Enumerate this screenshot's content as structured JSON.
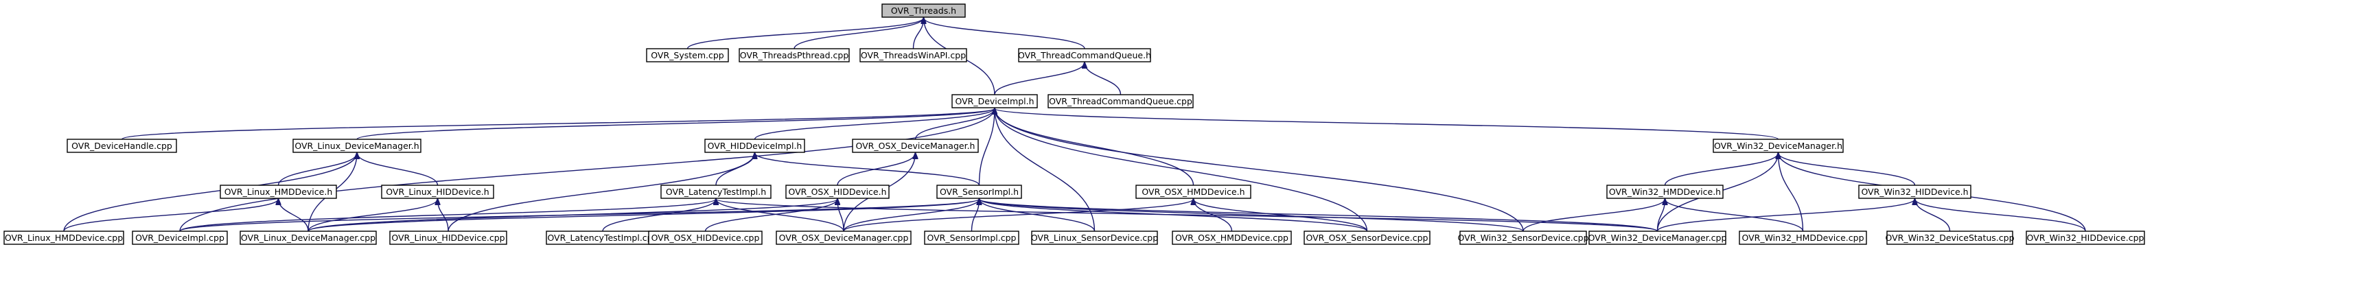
{
  "diagram": {
    "nodes": [
      {
        "id": "threads_h",
        "label": "OVR_Threads.h",
        "root": true
      },
      {
        "id": "system_cpp",
        "label": "OVR_System.cpp"
      },
      {
        "id": "threadspthread_cpp",
        "label": "OVR_ThreadsPthread.cpp"
      },
      {
        "id": "threadswinapi_cpp",
        "label": "OVR_ThreadsWinAPI.cpp"
      },
      {
        "id": "threadcommandqueue_h",
        "label": "OVR_ThreadCommandQueue.h"
      },
      {
        "id": "deviceimpl_h",
        "label": "OVR_DeviceImpl.h"
      },
      {
        "id": "threadcommandqueue_cpp",
        "label": "OVR_ThreadCommandQueue.cpp"
      },
      {
        "id": "devicehandle_cpp",
        "label": "OVR_DeviceHandle.cpp"
      },
      {
        "id": "linux_devicemanager_h",
        "label": "OVR_Linux_DeviceManager.h"
      },
      {
        "id": "hiddeviceimpl_h",
        "label": "OVR_HIDDeviceImpl.h"
      },
      {
        "id": "osx_devicemanager_h",
        "label": "OVR_OSX_DeviceManager.h"
      },
      {
        "id": "win32_devicemanager_h",
        "label": "OVR_Win32_DeviceManager.h"
      },
      {
        "id": "linux_hmddevice_h",
        "label": "OVR_Linux_HMDDevice.h"
      },
      {
        "id": "linux_hiddevice_h",
        "label": "OVR_Linux_HIDDevice.h"
      },
      {
        "id": "latencytestimpl_h",
        "label": "OVR_LatencyTestImpl.h"
      },
      {
        "id": "osx_hiddevice_h",
        "label": "OVR_OSX_HIDDevice.h"
      },
      {
        "id": "sensorimpl_h",
        "label": "OVR_SensorImpl.h"
      },
      {
        "id": "osx_hmddevice_h",
        "label": "OVR_OSX_HMDDevice.h"
      },
      {
        "id": "win32_hmddevice_h",
        "label": "OVR_Win32_HMDDevice.h"
      },
      {
        "id": "win32_hiddevice_h",
        "label": "OVR_Win32_HIDDevice.h"
      },
      {
        "id": "linux_hmddevice_cpp",
        "label": "OVR_Linux_HMDDevice.cpp"
      },
      {
        "id": "deviceimpl_cpp",
        "label": "OVR_DeviceImpl.cpp"
      },
      {
        "id": "linux_devicemanager_cpp",
        "label": "OVR_Linux_DeviceManager.cpp"
      },
      {
        "id": "linux_hiddevice_cpp",
        "label": "OVR_Linux_HIDDevice.cpp"
      },
      {
        "id": "latencytestimpl_cpp",
        "label": "OVR_LatencyTestImpl.cpp"
      },
      {
        "id": "osx_hiddevice_cpp",
        "label": "OVR_OSX_HIDDevice.cpp"
      },
      {
        "id": "osx_devicemanager_cpp",
        "label": "OVR_OSX_DeviceManager.cpp"
      },
      {
        "id": "sensorimpl_cpp",
        "label": "OVR_SensorImpl.cpp"
      },
      {
        "id": "linux_sensordevice_cpp",
        "label": "OVR_Linux_SensorDevice.cpp"
      },
      {
        "id": "osx_hmddevice_cpp",
        "label": "OVR_OSX_HMDDevice.cpp"
      },
      {
        "id": "osx_sensordevice_cpp",
        "label": "OVR_OSX_SensorDevice.cpp"
      },
      {
        "id": "win32_sensordevice_cpp",
        "label": "OVR_Win32_SensorDevice.cpp"
      },
      {
        "id": "win32_devicemanager_cpp",
        "label": "OVR_Win32_DeviceManager.cpp"
      },
      {
        "id": "win32_hmddevice_cpp",
        "label": "OVR_Win32_HMDDevice.cpp"
      },
      {
        "id": "win32_devicestatus_cpp",
        "label": "OVR_Win32_DeviceStatus.cpp"
      },
      {
        "id": "win32_hiddevice_cpp",
        "label": "OVR_Win32_HIDDevice.cpp"
      }
    ],
    "edges": [
      [
        "system_cpp",
        "threads_h"
      ],
      [
        "threadspthread_cpp",
        "threads_h"
      ],
      [
        "threadswinapi_cpp",
        "threads_h"
      ],
      [
        "threadcommandqueue_h",
        "threads_h"
      ],
      [
        "deviceimpl_h",
        "threads_h"
      ],
      [
        "deviceimpl_h",
        "threadcommandqueue_h"
      ],
      [
        "threadcommandqueue_cpp",
        "threadcommandqueue_h"
      ],
      [
        "devicehandle_cpp",
        "deviceimpl_h"
      ],
      [
        "linux_devicemanager_h",
        "deviceimpl_h"
      ],
      [
        "hiddeviceimpl_h",
        "deviceimpl_h"
      ],
      [
        "osx_devicemanager_h",
        "deviceimpl_h"
      ],
      [
        "win32_devicemanager_h",
        "deviceimpl_h"
      ],
      [
        "deviceimpl_cpp",
        "deviceimpl_h"
      ],
      [
        "linux_sensordevice_cpp",
        "deviceimpl_h"
      ],
      [
        "osx_hmddevice_h",
        "deviceimpl_h"
      ],
      [
        "sensorimpl_h",
        "deviceimpl_h"
      ],
      [
        "osx_sensordevice_cpp",
        "deviceimpl_h"
      ],
      [
        "win32_sensordevice_cpp",
        "deviceimpl_h"
      ],
      [
        "linux_hmddevice_h",
        "linux_devicemanager_h"
      ],
      [
        "linux_hiddevice_h",
        "linux_devicemanager_h"
      ],
      [
        "linux_devicemanager_cpp",
        "linux_devicemanager_h"
      ],
      [
        "linux_hmddevice_cpp",
        "linux_devicemanager_h"
      ],
      [
        "linux_hmddevice_cpp",
        "linux_hmddevice_h"
      ],
      [
        "linux_devicemanager_cpp",
        "linux_hmddevice_h"
      ],
      [
        "linux_devicemanager_cpp",
        "linux_hiddevice_h"
      ],
      [
        "linux_hiddevice_cpp",
        "linux_hiddevice_h"
      ],
      [
        "latencytestimpl_h",
        "hiddeviceimpl_h"
      ],
      [
        "sensorimpl_h",
        "hiddeviceimpl_h"
      ],
      [
        "linux_hiddevice_cpp",
        "hiddeviceimpl_h"
      ],
      [
        "latencytestimpl_cpp",
        "latencytestimpl_h"
      ],
      [
        "deviceimpl_cpp",
        "latencytestimpl_h"
      ],
      [
        "osx_devicemanager_cpp",
        "latencytestimpl_h"
      ],
      [
        "win32_devicemanager_cpp",
        "latencytestimpl_h"
      ],
      [
        "osx_hiddevice_h",
        "osx_devicemanager_h"
      ],
      [
        "osx_devicemanager_cpp",
        "osx_devicemanager_h"
      ],
      [
        "osx_hiddevice_cpp",
        "osx_hiddevice_h"
      ],
      [
        "osx_devicemanager_cpp",
        "osx_hiddevice_h"
      ],
      [
        "linux_devicemanager_cpp",
        "osx_hiddevice_h"
      ],
      [
        "sensorimpl_cpp",
        "sensorimpl_h"
      ],
      [
        "deviceimpl_cpp",
        "sensorimpl_h"
      ],
      [
        "osx_devicemanager_cpp",
        "sensorimpl_h"
      ],
      [
        "linux_sensordevice_cpp",
        "sensorimpl_h"
      ],
      [
        "osx_sensordevice_cpp",
        "sensorimpl_h"
      ],
      [
        "win32_sensordevice_cpp",
        "sensorimpl_h"
      ],
      [
        "win32_devicemanager_cpp",
        "sensorimpl_h"
      ],
      [
        "linux_devicemanager_cpp",
        "sensorimpl_h"
      ],
      [
        "osx_hmddevice_cpp",
        "osx_hmddevice_h"
      ],
      [
        "osx_devicemanager_cpp",
        "osx_hmddevice_h"
      ],
      [
        "osx_sensordevice_cpp",
        "osx_hmddevice_h"
      ],
      [
        "win32_hmddevice_h",
        "win32_devicemanager_h"
      ],
      [
        "win32_hiddevice_h",
        "win32_devicemanager_h"
      ],
      [
        "win32_devicemanager_cpp",
        "win32_devicemanager_h"
      ],
      [
        "win32_hmddevice_cpp",
        "win32_devicemanager_h"
      ],
      [
        "win32_hiddevice_cpp",
        "win32_devicemanager_h"
      ],
      [
        "win32_sensordevice_cpp",
        "win32_hmddevice_h"
      ],
      [
        "win32_devicemanager_cpp",
        "win32_hmddevice_h"
      ],
      [
        "win32_hmddevice_cpp",
        "win32_hmddevice_h"
      ],
      [
        "win32_devicemanager_cpp",
        "win32_hiddevice_h"
      ],
      [
        "win32_devicestatus_cpp",
        "win32_hiddevice_h"
      ],
      [
        "win32_hiddevice_cpp",
        "win32_hiddevice_h"
      ]
    ]
  }
}
